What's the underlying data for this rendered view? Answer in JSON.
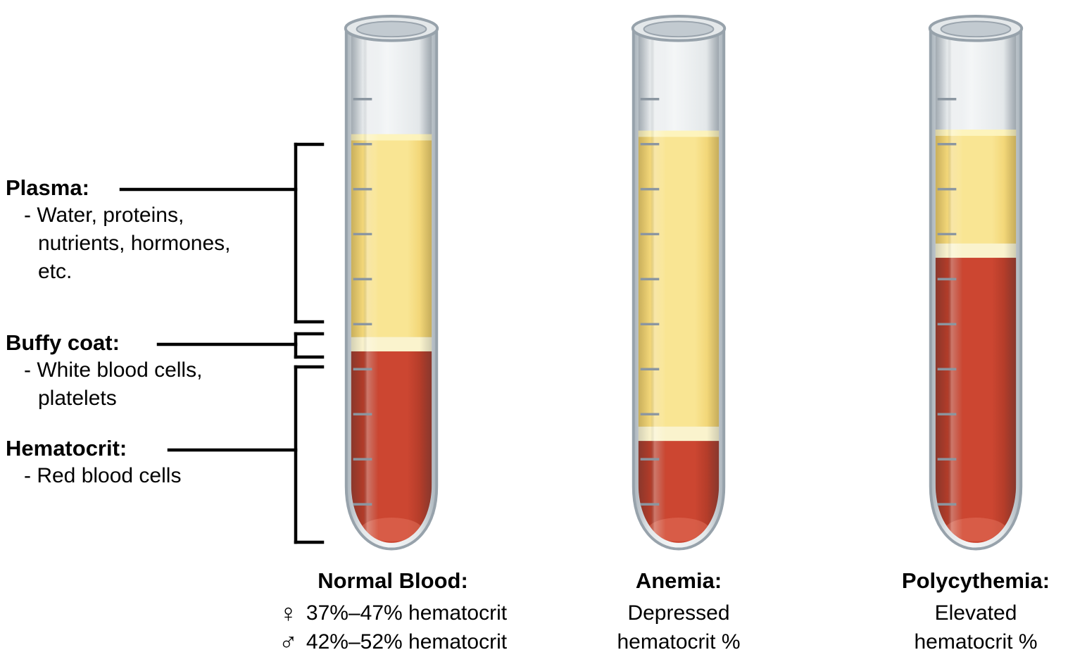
{
  "labels": {
    "plasma": {
      "title": "Plasma:",
      "desc": [
        "- Water, proteins,",
        "nutrients, hormones,",
        "etc."
      ]
    },
    "buffy_coat": {
      "title": "Buffy coat:",
      "desc": [
        "- White blood cells,",
        "platelets"
      ]
    },
    "hematocrit": {
      "title": "Hematocrit:",
      "desc": [
        "- Red blood cells"
      ]
    }
  },
  "tubes": [
    {
      "key": "normal-blood",
      "caption": {
        "title": "Normal Blood:",
        "lines": [
          {
            "symbol": "♀",
            "text": "37%–47% hematocrit"
          },
          {
            "symbol": "♂",
            "text": "42%–52% hematocrit"
          }
        ]
      },
      "levels": {
        "plasma_top": 0.197,
        "buffy_top": 0.596,
        "red_top": 0.624
      }
    },
    {
      "key": "anemia",
      "caption": {
        "title": "Anemia:",
        "lines": [
          {
            "text": "Depressed"
          },
          {
            "text": "hematocrit %"
          }
        ]
      },
      "levels": {
        "plasma_top": 0.19,
        "buffy_top": 0.772,
        "red_top": 0.8
      }
    },
    {
      "key": "polycythemia",
      "caption": {
        "title": "Polycythemia:",
        "lines": [
          {
            "text": "Elevated"
          },
          {
            "text": "hematocrit %"
          }
        ]
      },
      "levels": {
        "plasma_top": 0.188,
        "buffy_top": 0.412,
        "red_top": 0.44
      }
    }
  ],
  "colors": {
    "glass_edge": "#a9b3bb",
    "glass_mid": "#e4e8ea",
    "glass_center": "#f4f6f7",
    "outline": "#97a2ab",
    "rim_inner": "#c2cad0",
    "tick": "#8b96a0",
    "plasma_edge": "#ecc95f",
    "plasma_center": "#f9e593",
    "plasma_light": "#fdf5c2",
    "buffy": "#faf3cd",
    "red_edge": "#9e3423",
    "red_center": "#cc4631",
    "red_light": "#e2705a",
    "line": "#000000"
  }
}
